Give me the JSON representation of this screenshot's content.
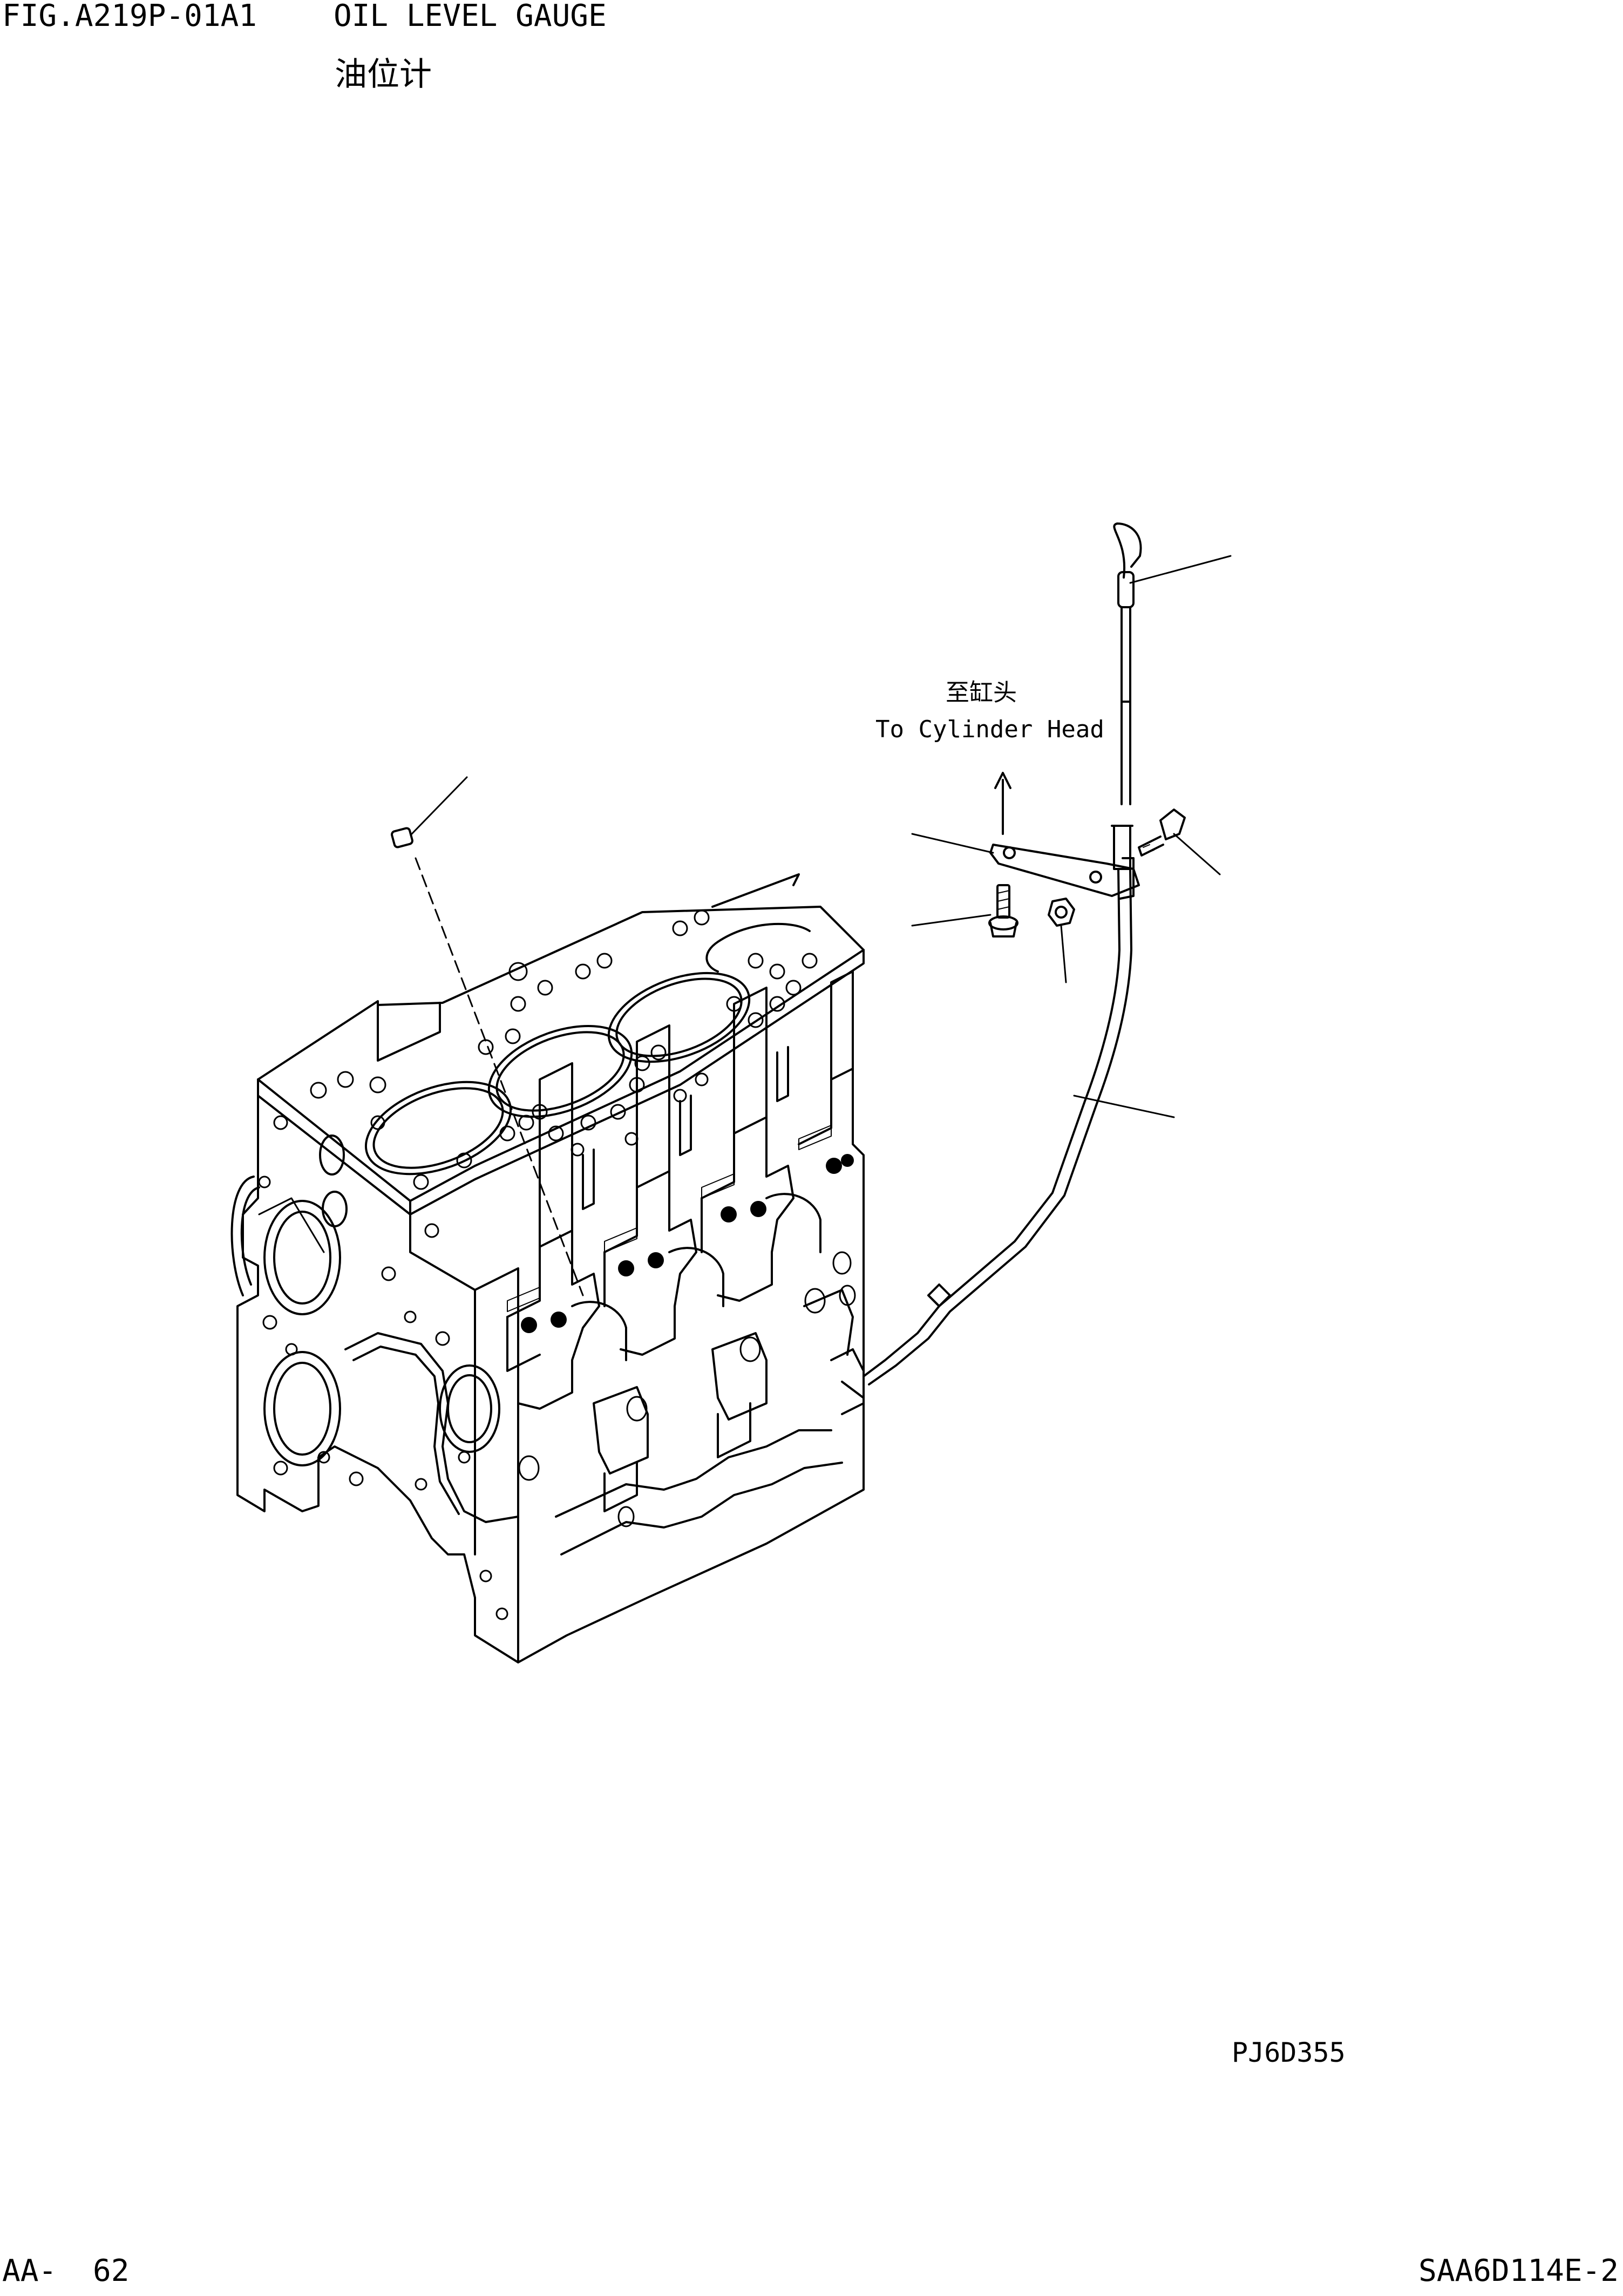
{
  "header": {
    "fig_no": "FIG.A219P-01A1",
    "title": "OIL LEVEL GAUGE",
    "title_cn": "油位计"
  },
  "callout": {
    "label_cn": "至缸头",
    "label_en": "To Cylinder Head"
  },
  "drawing": {
    "id": "PJ6D355"
  },
  "footer": {
    "page_prefix": "AA-",
    "page_no": "62",
    "doc_code": "SAA6D114E-2"
  }
}
